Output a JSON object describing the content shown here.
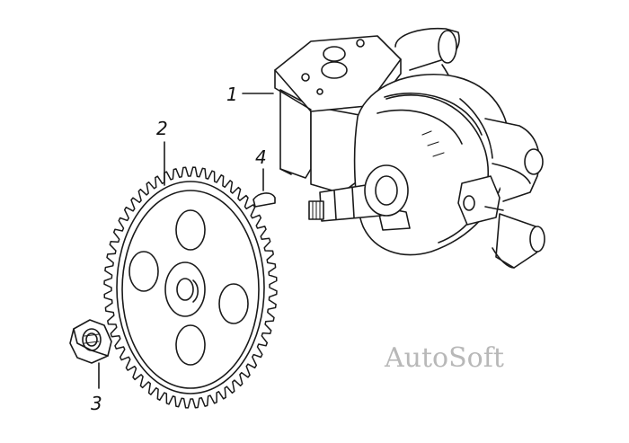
{
  "diagram": {
    "callouts": [
      {
        "id": "1",
        "label": "1"
      },
      {
        "id": "2",
        "label": "2"
      },
      {
        "id": "3",
        "label": "3"
      },
      {
        "id": "4",
        "label": "4"
      }
    ],
    "watermark": "AutoSoft"
  },
  "colors": {
    "line": "#1a1a1a",
    "fill": "#ffffff",
    "watermark": "#b8b8b8"
  }
}
